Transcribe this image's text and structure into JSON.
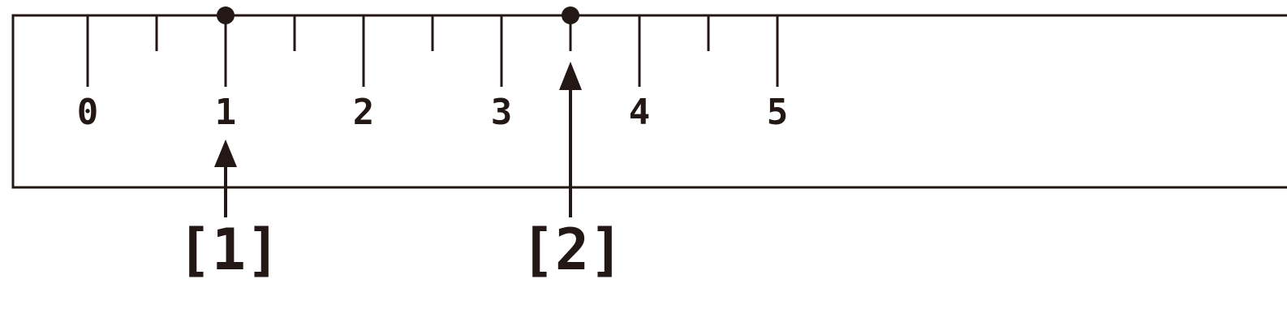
{
  "ruler": {
    "tick_labels": [
      "0",
      "1",
      "2",
      "3",
      "4",
      "5"
    ],
    "minor_ticks_per_unit": 2
  },
  "markers": [
    {
      "value": 1.0,
      "label": "[1]"
    },
    {
      "value": 3.5,
      "label": "[2]"
    }
  ],
  "colors": {
    "ink": "#231815",
    "background": "#ffffff"
  }
}
